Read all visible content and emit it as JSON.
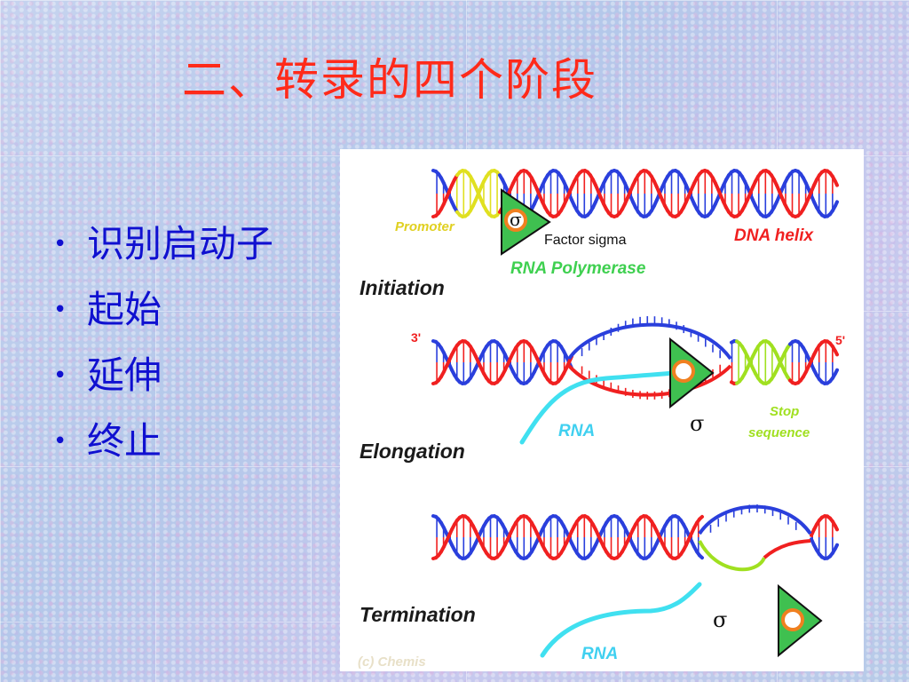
{
  "slide": {
    "title": "二、转录的四个阶段",
    "bullets": [
      "识别启动子",
      "起始",
      "延伸",
      "终止"
    ]
  },
  "figure": {
    "labels": {
      "promoter": "Promoter",
      "sigma": "σ",
      "factor_sigma": "Factor sigma",
      "dna_helix": "DNA helix",
      "rna_polymerase": "RNA Polymerase",
      "initiation": "Initiation",
      "three_prime": "3'",
      "five_prime": "5'",
      "rna": "RNA",
      "stop_sequence_line1": "Stop",
      "stop_sequence_line2": "sequence",
      "elongation": "Elongation",
      "termination": "Termination",
      "credit": "(c) Chemis"
    },
    "colors": {
      "dna_blue": "#2a3fdc",
      "dna_red": "#f02020",
      "promoter_yellow": "#e0e020",
      "stop_green": "#a0e020",
      "rna_cyan": "#40e0f0",
      "polymerase_green": "#3fc050",
      "sigma_orange": "#f08020",
      "title_red": "#ff2a1a",
      "bullet_blue": "#1010d0"
    }
  }
}
